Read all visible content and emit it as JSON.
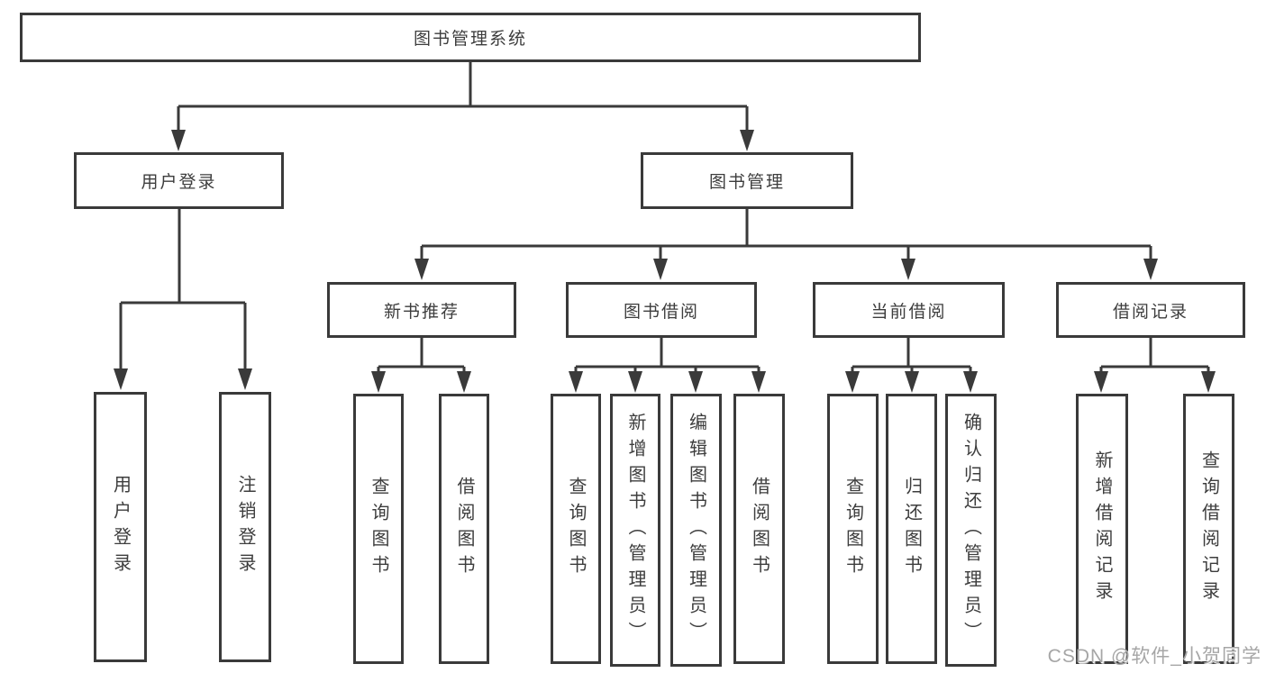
{
  "title": "图书管理系统",
  "tree": {
    "root": "图书管理系统",
    "branches": [
      {
        "label": "用户登录",
        "children": [
          "用户登录",
          "注销登录"
        ]
      },
      {
        "label": "图书管理",
        "children": [
          {
            "label": "新书推荐",
            "children": [
              "查询图书",
              "借阅图书"
            ]
          },
          {
            "label": "图书借阅",
            "children": [
              "查询图书",
              "新增图书（管理员）",
              "编辑图书（管理员）",
              "借阅图书"
            ]
          },
          {
            "label": "当前借阅",
            "children": [
              "查询图书",
              "归还图书",
              "确认归还（管理员）"
            ]
          },
          {
            "label": "借阅记录",
            "children": [
              "新增借阅记录",
              "查询借阅记录"
            ]
          }
        ]
      }
    ]
  },
  "watermark": "CSDN @软件_小贺同学",
  "colors": {
    "line": "#3a3a3a",
    "text": "#3d3d3d",
    "background": "#ffffff",
    "watermark": "#a6a6a6"
  }
}
